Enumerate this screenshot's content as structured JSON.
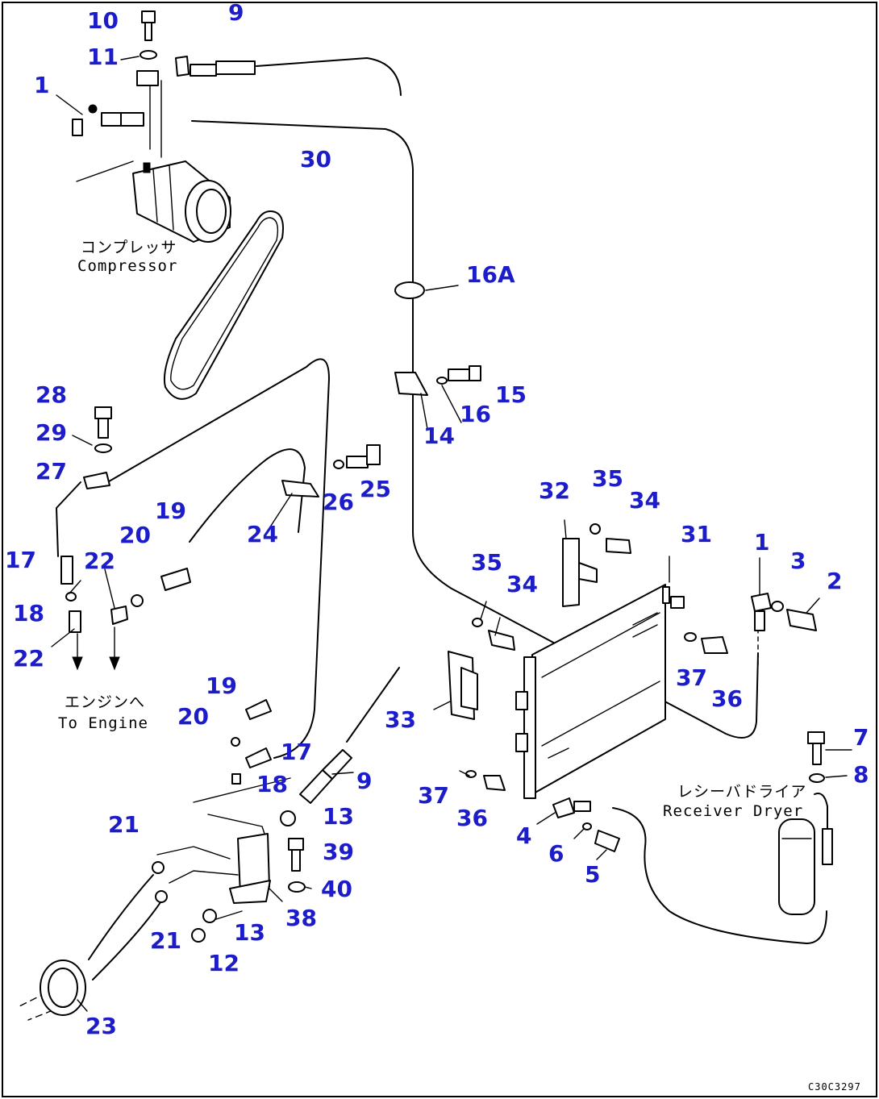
{
  "callouts": [
    {
      "id": "10",
      "text": "10"
    },
    {
      "id": "9a",
      "text": "9"
    },
    {
      "id": "11",
      "text": "11"
    },
    {
      "id": "1a",
      "text": "1"
    },
    {
      "id": "30",
      "text": "30"
    },
    {
      "id": "16A",
      "text": "16A"
    },
    {
      "id": "15",
      "text": "15"
    },
    {
      "id": "16",
      "text": "16"
    },
    {
      "id": "14",
      "text": "14"
    },
    {
      "id": "28",
      "text": "28"
    },
    {
      "id": "29",
      "text": "29"
    },
    {
      "id": "27",
      "text": "27"
    },
    {
      "id": "26",
      "text": "26"
    },
    {
      "id": "25",
      "text": "25"
    },
    {
      "id": "24",
      "text": "24"
    },
    {
      "id": "19a",
      "text": "19"
    },
    {
      "id": "20a",
      "text": "20"
    },
    {
      "id": "17a",
      "text": "17"
    },
    {
      "id": "22a",
      "text": "22"
    },
    {
      "id": "18a",
      "text": "18"
    },
    {
      "id": "22b",
      "text": "22"
    },
    {
      "id": "32",
      "text": "32"
    },
    {
      "id": "35a",
      "text": "35"
    },
    {
      "id": "34a",
      "text": "34"
    },
    {
      "id": "31",
      "text": "31"
    },
    {
      "id": "1b",
      "text": "1"
    },
    {
      "id": "3",
      "text": "3"
    },
    {
      "id": "2",
      "text": "2"
    },
    {
      "id": "35b",
      "text": "35"
    },
    {
      "id": "34b",
      "text": "34"
    },
    {
      "id": "37a",
      "text": "37"
    },
    {
      "id": "36a",
      "text": "36"
    },
    {
      "id": "19b",
      "text": "19"
    },
    {
      "id": "20b",
      "text": "20"
    },
    {
      "id": "17b",
      "text": "17"
    },
    {
      "id": "33",
      "text": "33"
    },
    {
      "id": "18b",
      "text": "18"
    },
    {
      "id": "9b",
      "text": "9"
    },
    {
      "id": "7",
      "text": "7"
    },
    {
      "id": "8",
      "text": "8"
    },
    {
      "id": "37b",
      "text": "37"
    },
    {
      "id": "36b",
      "text": "36"
    },
    {
      "id": "13a",
      "text": "13"
    },
    {
      "id": "21a",
      "text": "21"
    },
    {
      "id": "39",
      "text": "39"
    },
    {
      "id": "4",
      "text": "4"
    },
    {
      "id": "6",
      "text": "6"
    },
    {
      "id": "5",
      "text": "5"
    },
    {
      "id": "40",
      "text": "40"
    },
    {
      "id": "38",
      "text": "38"
    },
    {
      "id": "13b",
      "text": "13"
    },
    {
      "id": "21b",
      "text": "21"
    },
    {
      "id": "12",
      "text": "12"
    },
    {
      "id": "23",
      "text": "23"
    }
  ],
  "labels": {
    "compressor_jp": "コンプレッサ",
    "compressor_en": "Compressor",
    "engine_jp": "エンジンへ",
    "engine_en": "To Engine",
    "receiver_jp": "レシーバドライア",
    "receiver_en": "Receiver Dryer"
  },
  "drawing_code": "C30C3297"
}
